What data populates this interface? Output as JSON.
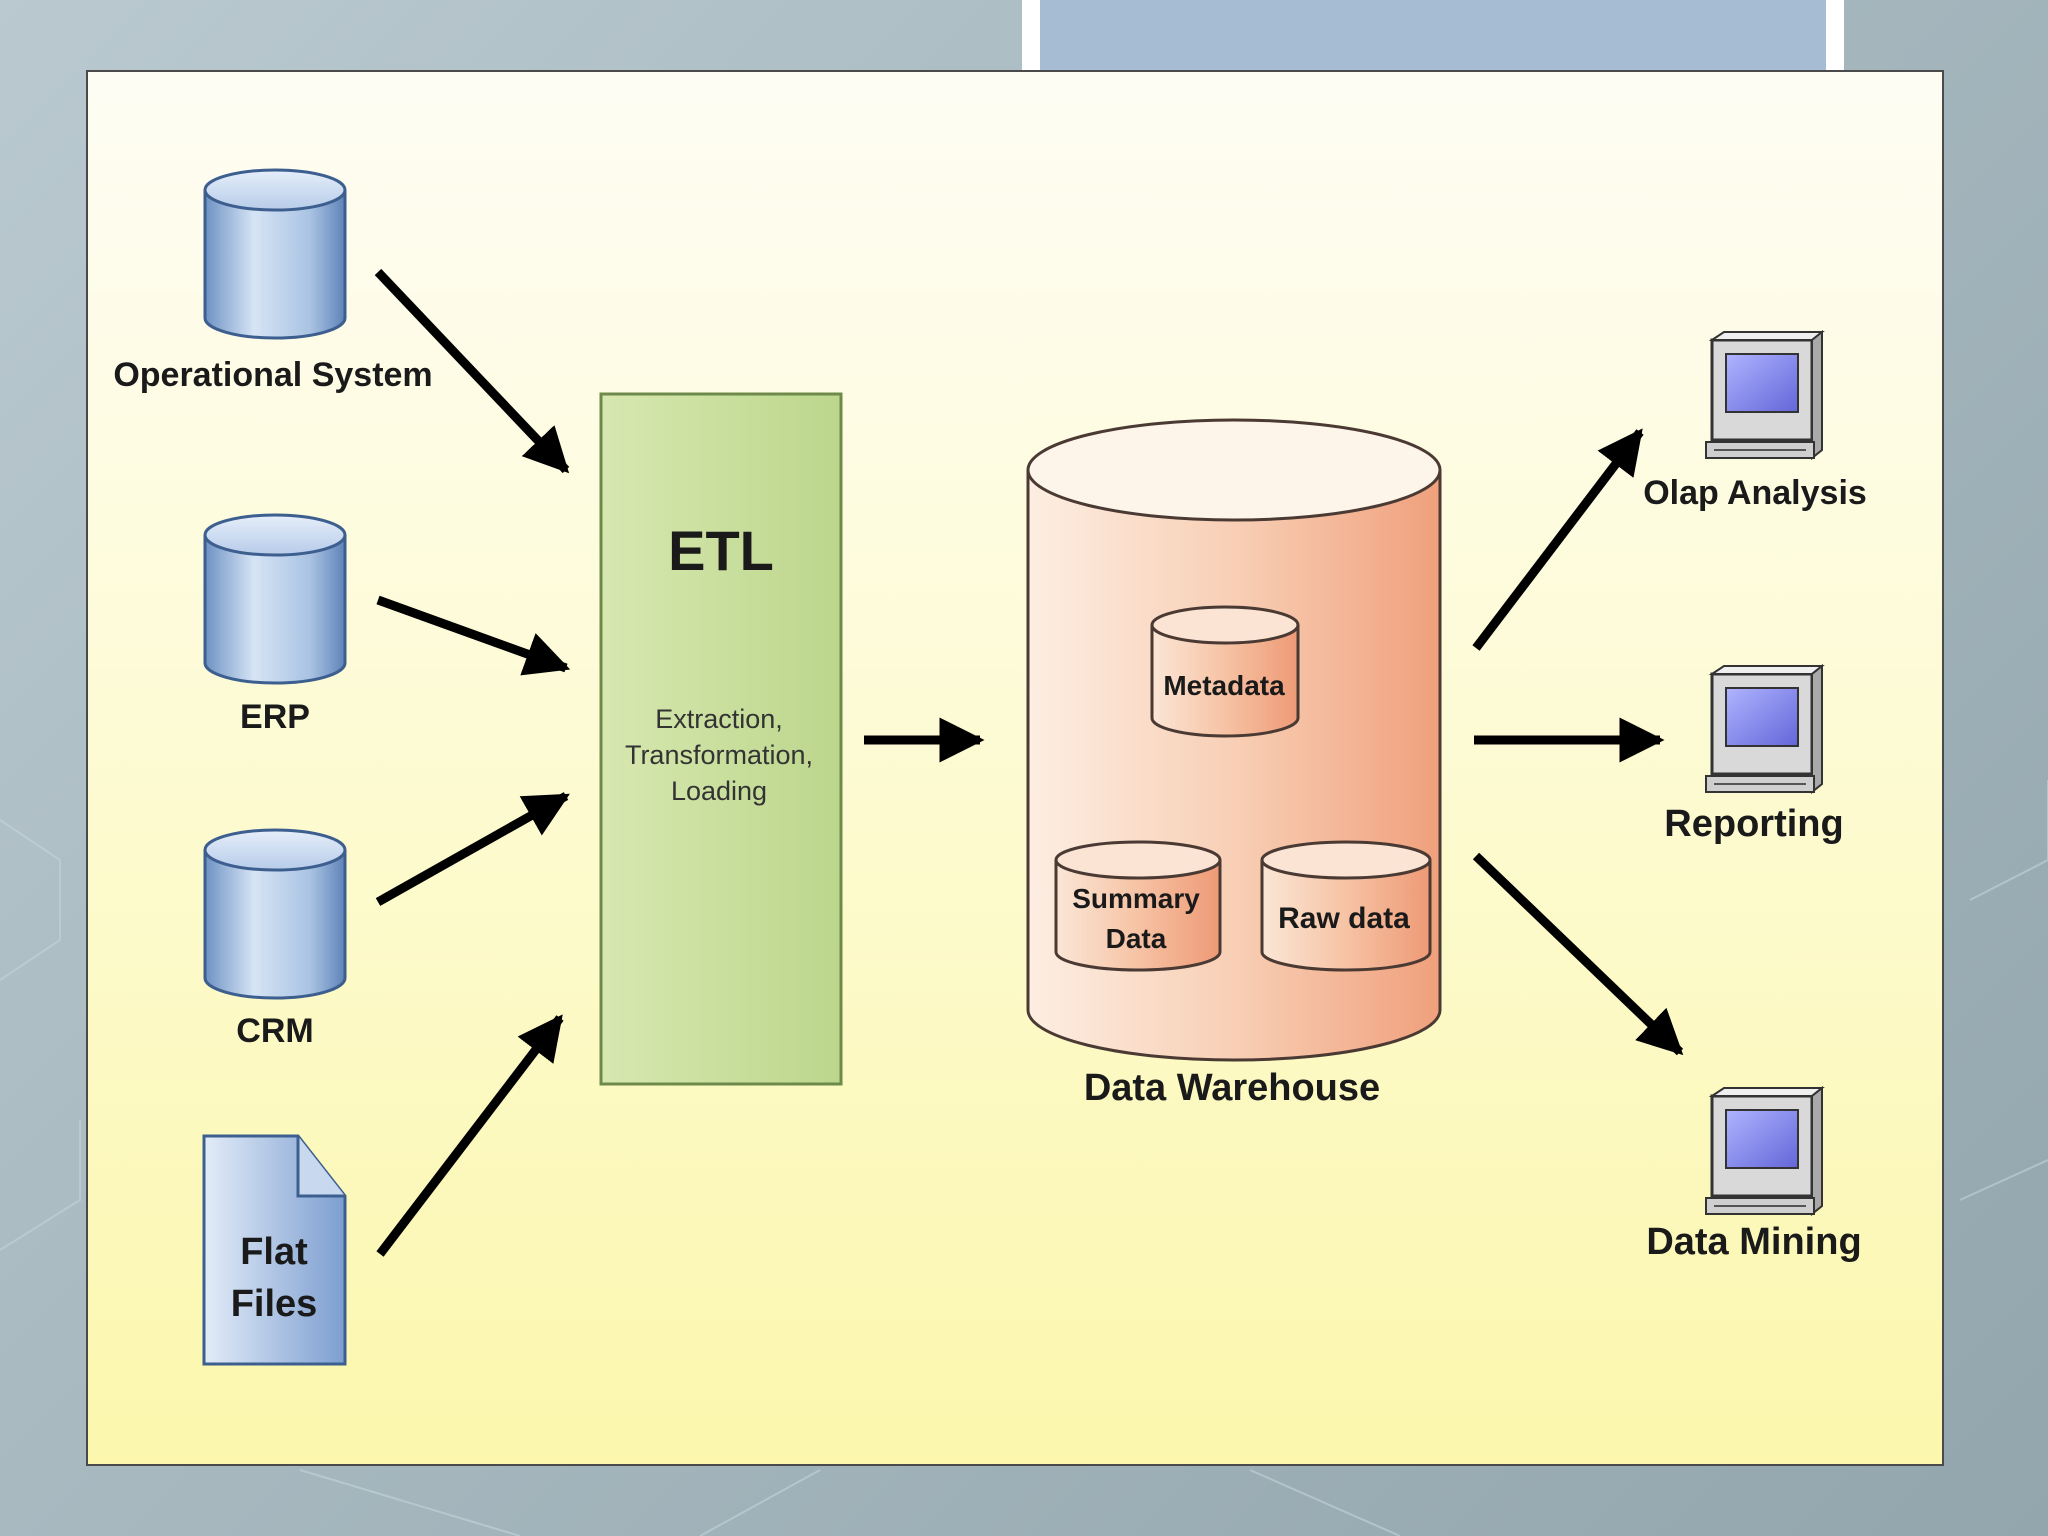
{
  "sources": [
    {
      "label": "Operational System"
    },
    {
      "label": "ERP"
    },
    {
      "label": "CRM"
    },
    {
      "label": "Flat Files"
    }
  ],
  "flat_files_lines": [
    "Flat",
    "Files"
  ],
  "etl": {
    "title": "ETL",
    "description_lines": [
      "Extraction,",
      "Transformation,",
      "Loading"
    ]
  },
  "warehouse": {
    "label": "Data Warehouse",
    "inner": {
      "metadata": "Metadata",
      "summary_lines": [
        "Summary",
        "Data"
      ],
      "raw": "Raw data"
    }
  },
  "outputs": [
    {
      "label": "Olap Analysis"
    },
    {
      "label": "Reporting"
    },
    {
      "label": "Data Mining"
    }
  ],
  "colors": {
    "db_blue": "#8fb0d6",
    "etl_green": "#c9df9c",
    "warehouse_orange": "#f3b89a",
    "monitor_screen": "#8a8ef0"
  }
}
